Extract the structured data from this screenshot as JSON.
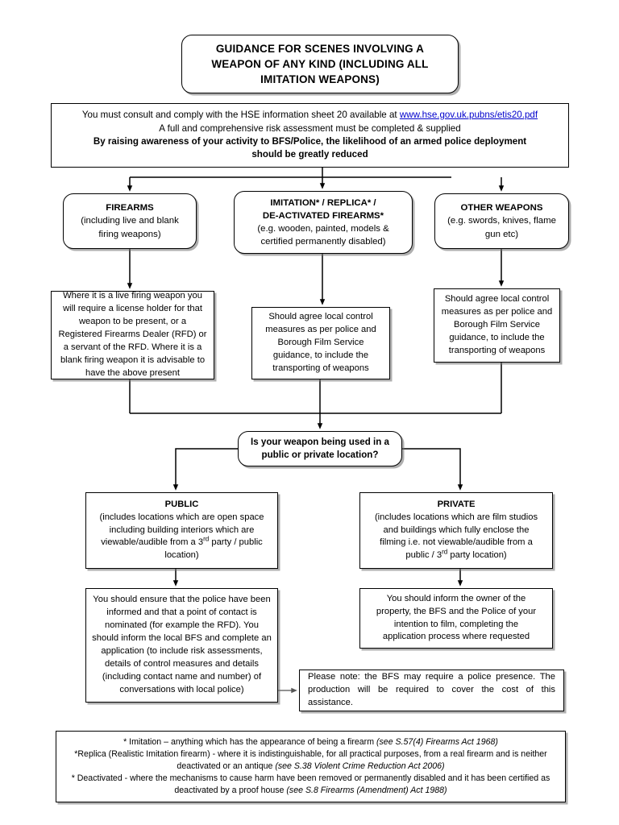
{
  "title_box": {
    "line1": "GUIDANCE FOR SCENES INVOLVING A",
    "line2": "WEAPON OF ANY KIND (INCLUDING ALL",
    "line3": "IMITATION WEAPONS)"
  },
  "intro_box": {
    "line1_prefix": "You must consult and comply with the HSE information sheet 20 available at ",
    "line1_link": "www.hse.gov.uk.pubns/etis20.pdf",
    "line2": "A full and comprehensive risk assessment must be completed & supplied",
    "line3": "By raising awareness of your activity to BFS/Police, the likelihood of an armed police deployment",
    "line4": "should be greatly reduced"
  },
  "categories": [
    {
      "id": "firearms",
      "title": "FIREARMS",
      "desc_line1": "(including live and blank",
      "desc_line2": "firing weapons)"
    },
    {
      "id": "imitation",
      "title_line1": "IMITATION* / REPLICA* /",
      "title_line2": "DE-ACTIVATED FIREARMS*",
      "desc_line1": "(e.g. wooden, painted, models &",
      "desc_line2": "certified permanently disabled)"
    },
    {
      "id": "other",
      "title": "OTHER WEAPONS",
      "desc_line1": "(e.g. swords, knives, flame",
      "desc_line2": "gun etc)"
    }
  ],
  "details": {
    "firearms": "Where it is a live firing weapon you will require a license holder for that weapon to be present, or a Registered Firearms Dealer (RFD) or a servant of the RFD. Where it is a blank firing weapon it is advisable to have the above present",
    "imitation": "Should agree local control measures as per police and Borough Film Service guidance, to include the transporting of weapons",
    "other": "Should agree local control measures as per police and Borough Film Service guidance, to include the transporting of weapons"
  },
  "decision": {
    "line1": "Is your weapon being used in a",
    "line2": "public or private location?"
  },
  "branches": {
    "public": {
      "title": "PUBLIC",
      "desc_line1": "(includes locations which are open space",
      "desc_line2": "including building interiors which are",
      "desc_line3_a": "viewable/audible from a 3",
      "desc_line3_sup": "rd",
      "desc_line3_b": " party / public",
      "desc_line4": "location)",
      "action": "You should ensure that the police have been informed and that a point of contact is nominated (for example the RFD). You should inform the local BFS and complete an application (to include risk assessments, details of control measures and details (including contact name and number) of conversations with local police)"
    },
    "private": {
      "title": "PRIVATE",
      "desc_line1": "(includes locations which are film studios",
      "desc_line2": "and buildings which fully enclose the",
      "desc_line3": "filming i.e. not viewable/audible from a",
      "desc_line4_a": "public / 3",
      "desc_line4_sup": "rd",
      "desc_line4_b": " party location)",
      "action_line1": "You should inform the owner of the",
      "action_line2": "property, the BFS and the Police of your",
      "action_line3": "intention to film, completing the",
      "action_line4": "application process where requested"
    }
  },
  "note": {
    "text": "Please note: the BFS may require a police presence. The production will be required to cover the cost of this assistance."
  },
  "footnote": {
    "line1_plain": "* Imitation – anything which has the appearance of being a firearm ",
    "line1_italic": "(see S.57(4) Firearms Act 1968)",
    "line2_plain": "*Replica (Realistic Imitation firearm) - where it is indistinguishable, for all practical purposes, from a real firearm and is neither deactivated or an antique ",
    "line2_italic": "(see S.38 Violent Crime Reduction Act 2006)",
    "line3_plain": "* Deactivated - where the mechanisms to cause harm have been removed or permanently disabled and it has been certified as deactivated by a proof house ",
    "line3_italic": "(see S.8 Firearms (Amendment) Act 1988)"
  },
  "colors": {
    "stroke": "#000000",
    "link": "#0000cc",
    "background": "#ffffff"
  }
}
